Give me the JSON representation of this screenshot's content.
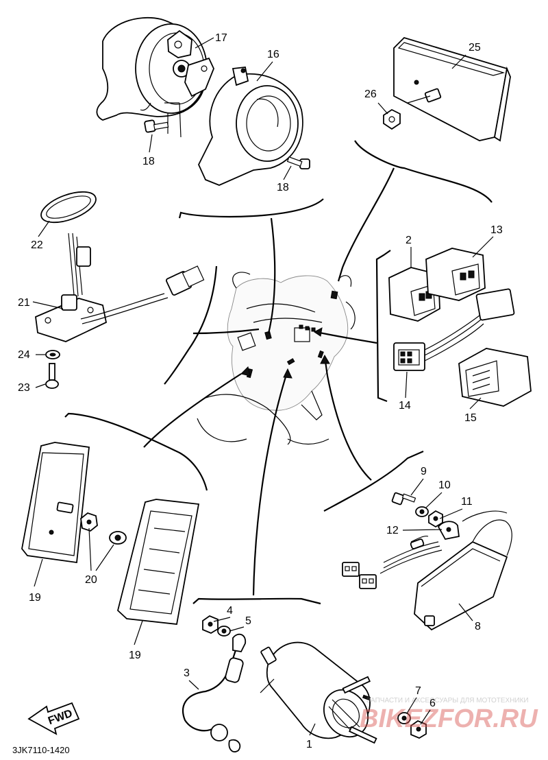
{
  "drawing_code": "3JK7110-1420",
  "fwd_label": "FWD",
  "watermark": {
    "logo": "BIKEZFOR.RU",
    "tagline": "ЗАПЧАСТИ И АКСЕССУАРЫ ДЛЯ МОТОТЕХНИКИ",
    "color": "#d9534f"
  },
  "callouts": {
    "n1": "1",
    "n2": "2",
    "n3": "3",
    "n4": "4",
    "n5": "5",
    "n6": "6",
    "n7": "7",
    "n8": "8",
    "n9": "9",
    "n10": "10",
    "n11": "11",
    "n12": "12",
    "n13": "13",
    "n14": "14",
    "n15": "15",
    "n16": "16",
    "n17": "17",
    "n18a": "18",
    "n18b": "18",
    "n19a": "19",
    "n19b": "19",
    "n20": "20",
    "n21": "21",
    "n22": "22",
    "n23": "23",
    "n24": "24",
    "n25": "25",
    "n26": "26"
  }
}
